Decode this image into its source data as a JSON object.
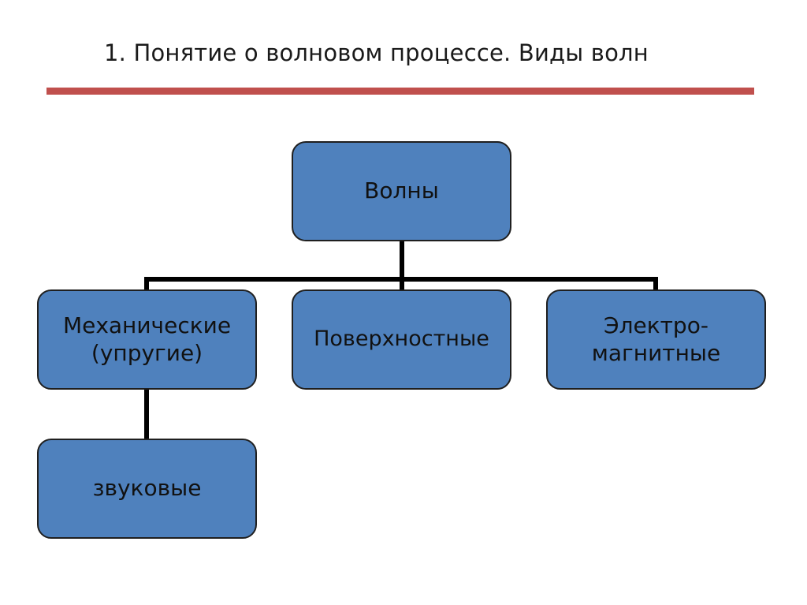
{
  "title": "1. Понятие о волновом процессе. Виды волн",
  "colors": {
    "title_rule": "#c0504d",
    "node_fill": "#4f81bd",
    "node_border": "#1f1f1f",
    "connector": "#000000"
  },
  "diagram": {
    "root": {
      "label": "Волны"
    },
    "children": [
      {
        "label": "Механические\n(упругие)",
        "children": [
          {
            "label": "звуковые"
          }
        ]
      },
      {
        "label": "Поверхностные"
      },
      {
        "label": "Электро-\nмагнитные"
      }
    ]
  }
}
